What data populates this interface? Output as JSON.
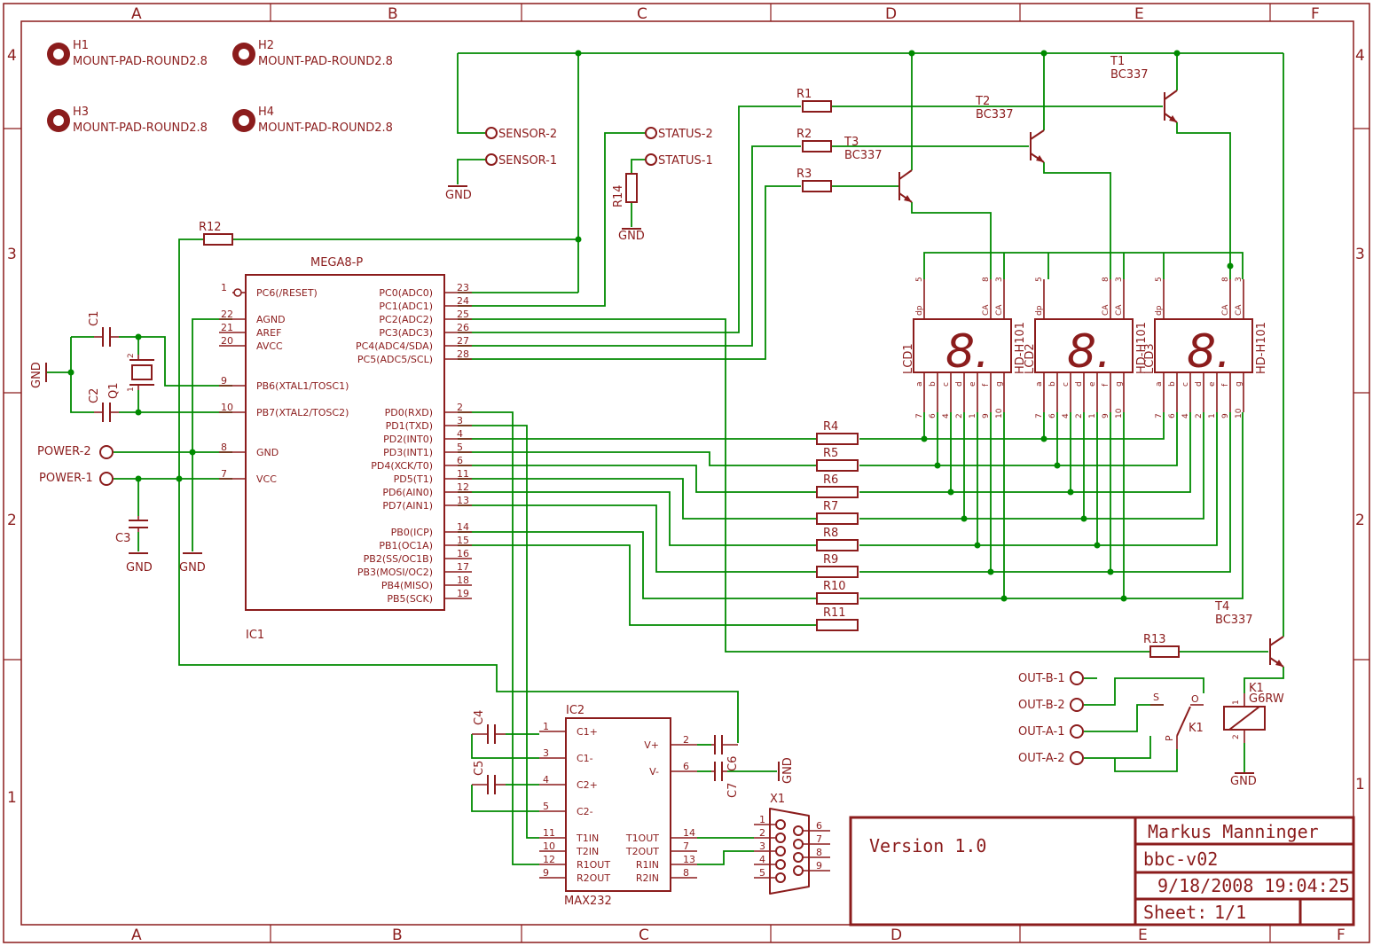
{
  "grid": {
    "columns": [
      "A",
      "B",
      "C",
      "D",
      "E",
      "F"
    ],
    "rows": [
      "4",
      "3",
      "2",
      "1"
    ]
  },
  "mount_pads": [
    {
      "name": "H1",
      "value": "MOUNT-PAD-ROUND2.8"
    },
    {
      "name": "H2",
      "value": "MOUNT-PAD-ROUND2.8"
    },
    {
      "name": "H3",
      "value": "MOUNT-PAD-ROUND2.8"
    },
    {
      "name": "H4",
      "value": "MOUNT-PAD-ROUND2.8"
    }
  ],
  "ic1": {
    "value": "MEGA8-P",
    "name": "IC1",
    "left_pins": [
      {
        "num": "1",
        "label": "PC6(/RESET)"
      },
      {
        "num": "22",
        "label": "AGND"
      },
      {
        "num": "21",
        "label": "AREF"
      },
      {
        "num": "20",
        "label": "AVCC"
      },
      {
        "num": "9",
        "label": "PB6(XTAL1/TOSC1)"
      },
      {
        "num": "10",
        "label": "PB7(XTAL2/TOSC2)"
      },
      {
        "num": "8",
        "label": "GND"
      },
      {
        "num": "7",
        "label": "VCC"
      }
    ],
    "right_pins": [
      {
        "num": "23",
        "label": "PC0(ADC0)"
      },
      {
        "num": "24",
        "label": "PC1(ADC1)"
      },
      {
        "num": "25",
        "label": "PC2(ADC2)"
      },
      {
        "num": "26",
        "label": "PC3(ADC3)"
      },
      {
        "num": "27",
        "label": "PC4(ADC4/SDA)"
      },
      {
        "num": "28",
        "label": "PC5(ADC5/SCL)"
      },
      {
        "num": "2",
        "label": "PD0(RXD)"
      },
      {
        "num": "3",
        "label": "PD1(TXD)"
      },
      {
        "num": "4",
        "label": "PD2(INT0)"
      },
      {
        "num": "5",
        "label": "PD3(INT1)"
      },
      {
        "num": "6",
        "label": "PD4(XCK/T0)"
      },
      {
        "num": "11",
        "label": "PD5(T1)"
      },
      {
        "num": "12",
        "label": "PD6(AIN0)"
      },
      {
        "num": "13",
        "label": "PD7(AIN1)"
      },
      {
        "num": "14",
        "label": "PB0(ICP)"
      },
      {
        "num": "15",
        "label": "PB1(OC1A)"
      },
      {
        "num": "16",
        "label": "PB2(SS/OC1B)"
      },
      {
        "num": "17",
        "label": "PB3(MOSI/OC2)"
      },
      {
        "num": "18",
        "label": "PB4(MISO)"
      },
      {
        "num": "19",
        "label": "PB5(SCK)"
      }
    ]
  },
  "ic2": {
    "name": "IC2",
    "value": "MAX232",
    "left_pins": [
      {
        "num": "1",
        "label": "C1+"
      },
      {
        "num": "3",
        "label": "C1-"
      },
      {
        "num": "4",
        "label": "C2+"
      },
      {
        "num": "5",
        "label": "C2-"
      },
      {
        "num": "11",
        "label": "T1IN"
      },
      {
        "num": "10",
        "label": "T2IN"
      },
      {
        "num": "12",
        "label": "R1OUT"
      },
      {
        "num": "9",
        "label": "R2OUT"
      }
    ],
    "right_pins": [
      {
        "num": "2",
        "label": "V+"
      },
      {
        "num": "6",
        "label": "V-"
      },
      {
        "num": "14",
        "label": "T1OUT"
      },
      {
        "num": "7",
        "label": "T2OUT"
      },
      {
        "num": "13",
        "label": "R1IN"
      },
      {
        "num": "8",
        "label": "R2IN"
      }
    ]
  },
  "connector_x1": {
    "name": "X1",
    "left_pins": [
      "1",
      "2",
      "3",
      "4",
      "5"
    ],
    "right_pins": [
      "6",
      "7",
      "8",
      "9"
    ]
  },
  "connectors": {
    "sensor2": "SENSOR-2",
    "sensor1": "SENSOR-1",
    "status2": "STATUS-2",
    "status1": "STATUS-1",
    "power2": "POWER-2",
    "power1": "POWER-1",
    "outb1": "OUT-B-1",
    "outb2": "OUT-B-2",
    "outa1": "OUT-A-1",
    "outa2": "OUT-A-2"
  },
  "gnd_label": "GND",
  "resistors": {
    "r1": "R1",
    "r2": "R2",
    "r3": "R3",
    "r4": "R4",
    "r5": "R5",
    "r6": "R6",
    "r7": "R7",
    "r8": "R8",
    "r9": "R9",
    "r10": "R10",
    "r11": "R11",
    "r12": "R12",
    "r13": "R13",
    "r14": "R14"
  },
  "capacitors": {
    "c1": "C1",
    "c2": "C2",
    "c3": "C3",
    "c4": "C4",
    "c5": "C5",
    "c6": "C6",
    "c7": "C7"
  },
  "crystal": {
    "name": "Q1",
    "pin1": "1",
    "pin2": "2"
  },
  "transistors": [
    {
      "name": "T1",
      "value": "BC337"
    },
    {
      "name": "T2",
      "value": "BC337"
    },
    {
      "name": "T3",
      "value": "BC337"
    },
    {
      "name": "T4",
      "value": "BC337"
    }
  ],
  "displays": [
    {
      "name": "LCD1",
      "value": "HD-H101"
    },
    {
      "name": "LCD2",
      "value": "HD-H101"
    },
    {
      "name": "LCD3",
      "value": "HD-H101"
    }
  ],
  "display_digit": "8.",
  "display_top_pins": [
    "5",
    "8",
    "3"
  ],
  "display_top_labels": [
    "dp",
    "CA",
    "CA"
  ],
  "display_bottom_labels": [
    "a",
    "b",
    "c",
    "d",
    "e",
    "f",
    "g"
  ],
  "display_bottom_pins": [
    "7",
    "6",
    "4",
    "2",
    "1",
    "9",
    "10"
  ],
  "relay": {
    "name": "K1",
    "value": "G6RW",
    "coil_pin1": "1",
    "coil_pin2": "2",
    "switch_name": "K1",
    "switch_s": "S",
    "switch_o": "O",
    "switch_p": "P"
  },
  "title_block": {
    "version": "Version 1.0",
    "author": "Markus Manninger",
    "project": "bbc-v02",
    "datetime": "9/18/2008 19:04:25",
    "sheet_label": "Sheet:",
    "sheet_value": "1/1"
  }
}
